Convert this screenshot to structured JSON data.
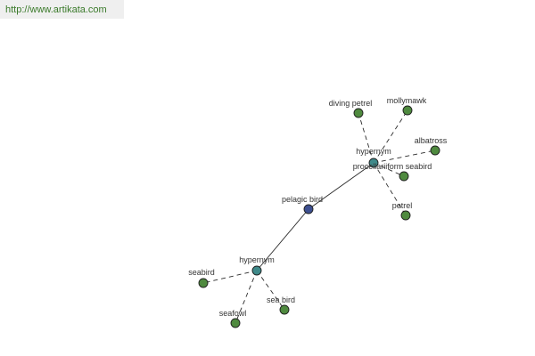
{
  "watermark": {
    "url": "http://www.artikata.com"
  },
  "colors": {
    "root": "#3d4f8f",
    "hub": "#3f8a8a",
    "leaf": "#4f8a3f"
  },
  "graph": {
    "nodes": [
      {
        "id": "pelagic",
        "label": "pelagic bird",
        "kind": "root"
      },
      {
        "id": "hyp1",
        "label": "hypernym",
        "kind": "hub"
      },
      {
        "id": "hyp2",
        "label": "hypernym",
        "kind": "hub"
      },
      {
        "id": "procellariiform",
        "label": "procellariiform seabird",
        "kind": "leaf"
      },
      {
        "id": "diving",
        "label": "diving petrel",
        "kind": "leaf"
      },
      {
        "id": "mollymawk",
        "label": "mollymawk",
        "kind": "leaf"
      },
      {
        "id": "albatross",
        "label": "albatross",
        "kind": "leaf"
      },
      {
        "id": "petrel",
        "label": "petrel",
        "kind": "leaf"
      },
      {
        "id": "seabird",
        "label": "seabird",
        "kind": "leaf"
      },
      {
        "id": "seafowl",
        "label": "seafowl",
        "kind": "leaf"
      },
      {
        "id": "sea_bird",
        "label": "sea bird",
        "kind": "leaf"
      }
    ],
    "edges": [
      {
        "from": "pelagic",
        "to": "hyp1",
        "style": "solid"
      },
      {
        "from": "pelagic",
        "to": "hyp2",
        "style": "solid"
      },
      {
        "from": "hyp1",
        "to": "procellariiform",
        "style": "dashed"
      },
      {
        "from": "hyp1",
        "to": "diving",
        "style": "dashed"
      },
      {
        "from": "hyp1",
        "to": "mollymawk",
        "style": "dashed"
      },
      {
        "from": "hyp1",
        "to": "albatross",
        "style": "dashed"
      },
      {
        "from": "hyp1",
        "to": "petrel",
        "style": "dashed"
      },
      {
        "from": "hyp2",
        "to": "seabird",
        "style": "dashed"
      },
      {
        "from": "hyp2",
        "to": "seafowl",
        "style": "dashed"
      },
      {
        "from": "hyp2",
        "to": "sea_bird",
        "style": "dashed"
      }
    ]
  }
}
